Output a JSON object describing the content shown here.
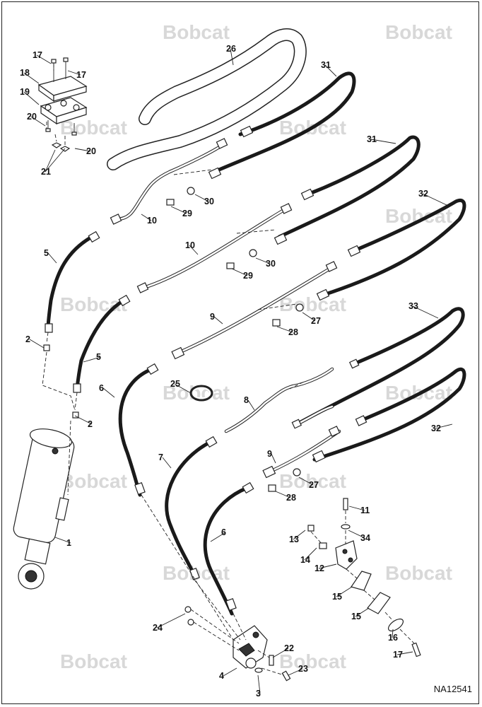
{
  "watermark": "Bobcat",
  "drawing_id": "NA12541",
  "callouts": [
    "1",
    "2",
    "2",
    "3",
    "4",
    "5",
    "5",
    "6",
    "6",
    "7",
    "8",
    "9",
    "9",
    "10",
    "10",
    "11",
    "12",
    "13",
    "14",
    "15",
    "15",
    "16",
    "17",
    "17",
    "17",
    "18",
    "19",
    "20",
    "20",
    "21",
    "22",
    "23",
    "24",
    "25",
    "26",
    "27",
    "27",
    "28",
    "28",
    "29",
    "29",
    "30",
    "30",
    "31",
    "31",
    "32",
    "32",
    "33",
    "34"
  ]
}
